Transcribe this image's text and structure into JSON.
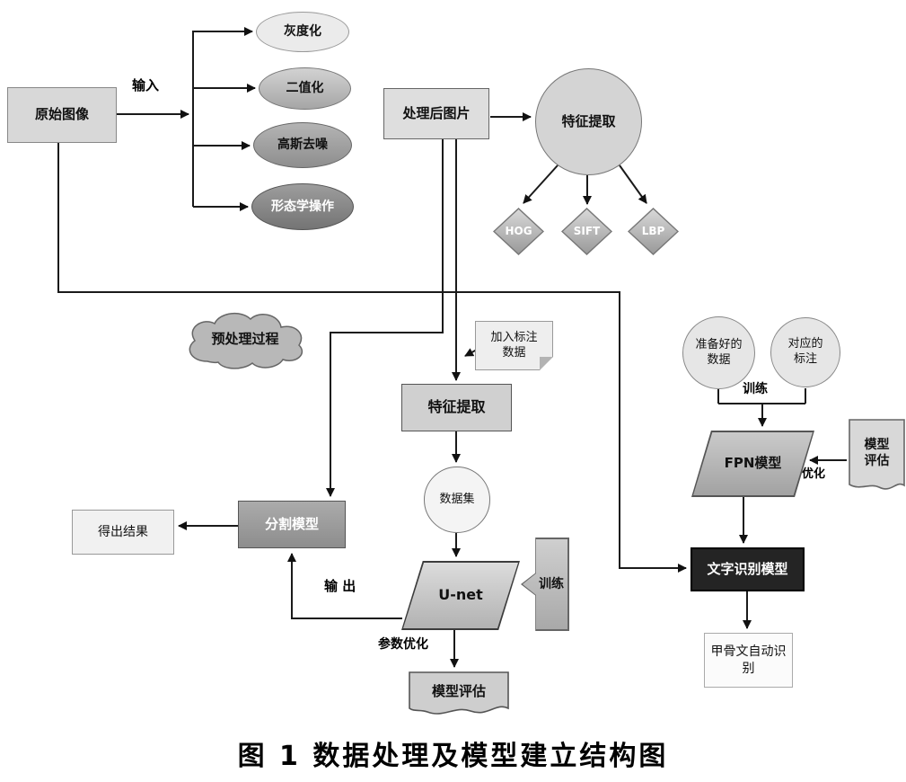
{
  "figure_caption": "图 1  数据处理及模型建立结构图",
  "nodes": {
    "original_image": "原始图像",
    "grayscale": "灰度化",
    "binarization": "二值化",
    "gaussian_denoise": "高斯去噪",
    "morphology": "形态学操作",
    "processed_image": "处理后图片",
    "feature_extraction_top": "特征提取",
    "hog": "HOG",
    "sift": "SIFT",
    "lbp": "LBP",
    "preprocessing_cloud": "预处理过程",
    "add_annotation_note": "加入标注\n数据",
    "feature_extraction_mid": "特征提取",
    "dataset": "数据集",
    "unet": "U-net",
    "train_tag": "训练",
    "model_eval_unet": "模型评估",
    "segmentation_model": "分割模型",
    "result": "得出结果",
    "prepared_data": "准备好的\n数据",
    "corresponding_annotation": "对应的\n标注",
    "fpn_model": "FPN模型",
    "model_eval_fpn": "模型\n评估",
    "text_recognition_model": "文字识别模型",
    "oracle_auto_recognition": "甲骨文自动识\n别"
  },
  "edge_labels": {
    "input": "输入",
    "train": "训练",
    "optimize": "优化",
    "output": "输 出",
    "param_optimization": "参数优化"
  },
  "colors": {
    "line": "#1a1a1a",
    "dark_node_bg": "#242424",
    "mid_gray": "#a8a8a8",
    "light_gray": "#dedede"
  }
}
